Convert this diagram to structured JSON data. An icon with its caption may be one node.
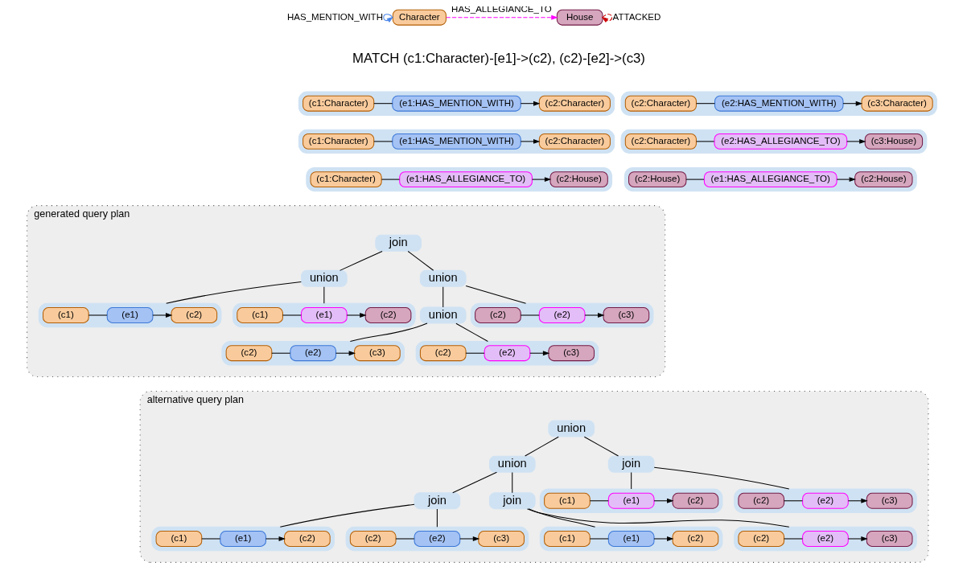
{
  "diagram": {
    "nodes": [
      {
        "text": [
          "Character"
        ]
      },
      {
        "text": [
          "House"
        ]
      },
      {
        "text": [],
        "shape": "box"
      },
      {
        "text": [
          "(c1:Character)"
        ],
        "in": 2
      },
      {
        "text": [
          "(e1:HAS_MENTION_WITH)"
        ],
        "in": 2
      },
      {
        "text": [
          "(c2:Character)"
        ],
        "in": 2
      },
      {
        "text": [],
        "shape": "box"
      },
      {
        "text": [
          "(c2:Character)"
        ],
        "in": 6
      },
      {
        "text": [
          "(e2:HAS_MENTION_WITH)"
        ],
        "in": 6
      },
      {
        "text": [
          "(c3:Character)"
        ],
        "in": 6
      },
      {
        "text": [],
        "shape": "box"
      },
      {
        "text": [
          "(c1:Character)"
        ],
        "in": 10
      },
      {
        "text": [
          "(e1:HAS_MENTION_WITH)"
        ],
        "in": 10
      },
      {
        "text": [
          "(c2:Character)"
        ],
        "in": 10
      },
      {
        "text": [],
        "shape": "box"
      },
      {
        "text": [
          "(c2:Character)"
        ],
        "in": 14
      },
      {
        "text": [
          "(e2:HAS_ALLEGIANCE_TO)"
        ],
        "in": 14
      },
      {
        "text": [
          "(c3:House)"
        ],
        "in": 14
      },
      {
        "text": [],
        "shape": "box"
      },
      {
        "text": [
          "(c1:Character)"
        ],
        "in": 18
      },
      {
        "text": [
          "(e1:HAS_ALLEGIANCE_TO)"
        ],
        "in": 18
      },
      {
        "text": [
          "(c2:House)"
        ],
        "in": 18
      },
      {
        "text": [],
        "shape": "box"
      },
      {
        "text": [
          "(c2:House)"
        ],
        "in": 22
      },
      {
        "text": [
          "(e1:HAS_ALLEGIANCE_TO)"
        ],
        "in": 22
      },
      {
        "text": [
          "(c2:House)"
        ],
        "in": 22
      },
      {
        "text": [
          "generated query plan"
        ]
      },
      {
        "text": [
          "join"
        ],
        "in": 26
      },
      {
        "text": [
          "union"
        ],
        "in": 26
      },
      {
        "text": [
          "union"
        ],
        "in": 26
      },
      {
        "text": [],
        "shape": "box",
        "in": 26
      },
      {
        "text": [
          "(c1)"
        ],
        "in": 30
      },
      {
        "text": [
          "(e1)"
        ],
        "in": 30
      },
      {
        "text": [
          "(c2)"
        ],
        "in": 30
      },
      {
        "text": [],
        "shape": "box",
        "in": 26
      },
      {
        "text": [
          "(c1)"
        ],
        "in": 34
      },
      {
        "text": [
          "(e1)"
        ],
        "in": 34
      },
      {
        "text": [
          "(c2)"
        ],
        "in": 34
      },
      {
        "text": [
          "union"
        ],
        "in": 26
      },
      {
        "text": [],
        "shape": "box",
        "in": 26
      },
      {
        "text": [
          "(c2)"
        ],
        "in": 39
      },
      {
        "text": [
          "(e2)"
        ],
        "in": 39
      },
      {
        "text": [
          "(c3)"
        ],
        "in": 39
      },
      {
        "text": [],
        "shape": "box",
        "in": 26
      },
      {
        "text": [
          "(c2)"
        ],
        "in": 43
      },
      {
        "text": [
          "(e2)"
        ],
        "in": 43
      },
      {
        "text": [
          "(c3)"
        ],
        "in": 43
      },
      {
        "text": [],
        "shape": "box",
        "in": 26
      },
      {
        "text": [
          "(c2)"
        ],
        "in": 47
      },
      {
        "text": [
          "(e2)"
        ],
        "in": 47
      },
      {
        "text": [
          "(c3)"
        ],
        "in": 47
      },
      {
        "text": [
          "alternative query plan"
        ]
      },
      {
        "text": [
          "union"
        ],
        "in": 51
      },
      {
        "text": [
          "union"
        ],
        "in": 51
      },
      {
        "text": [
          "join"
        ],
        "in": 51
      },
      {
        "text": [
          "join"
        ],
        "in": 51
      },
      {
        "text": [
          "join"
        ],
        "in": 51
      },
      {
        "text": [],
        "shape": "box",
        "in": 51
      },
      {
        "text": [
          "(c1)"
        ],
        "in": 57
      },
      {
        "text": [
          "(e1)"
        ],
        "in": 57
      },
      {
        "text": [
          "(c2)"
        ],
        "in": 57
      },
      {
        "text": [],
        "shape": "box",
        "in": 51
      },
      {
        "text": [
          "(c2)"
        ],
        "in": 61
      },
      {
        "text": [
          "(e2)"
        ],
        "in": 61
      },
      {
        "text": [
          "(c3)"
        ],
        "in": 61
      },
      {
        "text": [],
        "shape": "box",
        "in": 51
      },
      {
        "text": [
          "(c1)"
        ],
        "in": 65
      },
      {
        "text": [
          "(e1)"
        ],
        "in": 65
      },
      {
        "text": [
          "(c2)"
        ],
        "in": 65
      },
      {
        "text": [],
        "shape": "box",
        "in": 51
      },
      {
        "text": [
          "(c2)"
        ],
        "in": 69
      },
      {
        "text": [
          "(e2)"
        ],
        "in": 69
      },
      {
        "text": [
          "(c3)"
        ],
        "in": 69
      },
      {
        "text": [],
        "shape": "box",
        "in": 51
      },
      {
        "text": [
          "(c1)"
        ],
        "in": 73
      },
      {
        "text": [
          "(e1)"
        ],
        "in": 73
      },
      {
        "text": [
          "(c2)"
        ],
        "in": 73
      },
      {
        "text": [],
        "shape": "box",
        "in": 51
      },
      {
        "text": [
          "(c2)"
        ],
        "in": 77
      },
      {
        "text": [
          "(e2)"
        ],
        "in": 77
      },
      {
        "text": [
          "(c3)"
        ],
        "in": 77
      }
    ],
    "edges": [
      {
        "from": 0,
        "to": 0,
        "arrow": "to",
        "label": "HAS_MENTION_WITH",
        "color": "#4a86e8"
      },
      {
        "from": 0,
        "to": 1,
        "arrow": "to",
        "label": "HAS_ALLEGIANCE_TO",
        "style": "dashed",
        "color": "#ff00ff"
      },
      {
        "from": 1,
        "to": 1,
        "arrow": "to",
        "label": "ATTACKED",
        "style": "dashed",
        "color": "#cc0000"
      },
      {
        "from": 3,
        "to": 4,
        "arrow": "none"
      },
      {
        "from": 4,
        "to": 5,
        "arrow": "to"
      },
      {
        "from": 7,
        "to": 8,
        "arrow": "none"
      },
      {
        "from": 8,
        "to": 9,
        "arrow": "to"
      },
      {
        "from": 11,
        "to": 12,
        "arrow": "none"
      },
      {
        "from": 12,
        "to": 13,
        "arrow": "to"
      },
      {
        "from": 15,
        "to": 16,
        "arrow": "none"
      },
      {
        "from": 16,
        "to": 17,
        "arrow": "to"
      },
      {
        "from": 19,
        "to": 20,
        "arrow": "none"
      },
      {
        "from": 20,
        "to": 21,
        "arrow": "to"
      },
      {
        "from": 23,
        "to": 24,
        "arrow": "none"
      },
      {
        "from": 24,
        "to": 25,
        "arrow": "to"
      },
      {
        "from": 27,
        "to": 28,
        "arrow": "none"
      },
      {
        "from": 27,
        "to": 29,
        "arrow": "none"
      },
      {
        "from": 28,
        "to": 30,
        "arrow": "none"
      },
      {
        "from": 28,
        "to": 34,
        "arrow": "none"
      },
      {
        "from": 29,
        "to": 38,
        "arrow": "none"
      },
      {
        "from": 29,
        "to": 39,
        "arrow": "none"
      },
      {
        "from": 38,
        "to": 43,
        "arrow": "none"
      },
      {
        "from": 38,
        "to": 47,
        "arrow": "none"
      },
      {
        "from": 31,
        "to": 32,
        "arrow": "none"
      },
      {
        "from": 32,
        "to": 33,
        "arrow": "to"
      },
      {
        "from": 35,
        "to": 36,
        "arrow": "none"
      },
      {
        "from": 36,
        "to": 37,
        "arrow": "to"
      },
      {
        "from": 40,
        "to": 41,
        "arrow": "none"
      },
      {
        "from": 41,
        "to": 42,
        "arrow": "to"
      },
      {
        "from": 44,
        "to": 45,
        "arrow": "none"
      },
      {
        "from": 45,
        "to": 46,
        "arrow": "to"
      },
      {
        "from": 48,
        "to": 49,
        "arrow": "none"
      },
      {
        "from": 49,
        "to": 50,
        "arrow": "to"
      },
      {
        "from": 52,
        "to": 53,
        "arrow": "none"
      },
      {
        "from": 52,
        "to": 54,
        "arrow": "none"
      },
      {
        "from": 53,
        "to": 55,
        "arrow": "none"
      },
      {
        "from": 53,
        "to": 56,
        "arrow": "none"
      },
      {
        "from": 54,
        "to": 57,
        "arrow": "none"
      },
      {
        "from": 54,
        "to": 61,
        "arrow": "none"
      },
      {
        "from": 55,
        "to": 65,
        "arrow": "none"
      },
      {
        "from": 55,
        "to": 69,
        "arrow": "none"
      },
      {
        "from": 56,
        "to": 73,
        "arrow": "none"
      },
      {
        "from": 56,
        "to": 77,
        "arrow": "none"
      },
      {
        "from": 58,
        "to": 59,
        "arrow": "none"
      },
      {
        "from": 59,
        "to": 60,
        "arrow": "to"
      },
      {
        "from": 62,
        "to": 63,
        "arrow": "none"
      },
      {
        "from": 63,
        "to": 64,
        "arrow": "to"
      },
      {
        "from": 66,
        "to": 67,
        "arrow": "none"
      },
      {
        "from": 67,
        "to": 68,
        "arrow": "to"
      },
      {
        "from": 70,
        "to": 71,
        "arrow": "none"
      },
      {
        "from": 71,
        "to": 72,
        "arrow": "to"
      },
      {
        "from": 74,
        "to": 75,
        "arrow": "none"
      },
      {
        "from": 75,
        "to": 76,
        "arrow": "to"
      },
      {
        "from": 78,
        "to": 79,
        "arrow": "none"
      },
      {
        "from": 79,
        "to": 80,
        "arrow": "to"
      }
    ],
    "labels": [
      "MATCH (c1:Character)-[e1]->(c2), (c2)-[e2]->(c3)"
    ]
  }
}
